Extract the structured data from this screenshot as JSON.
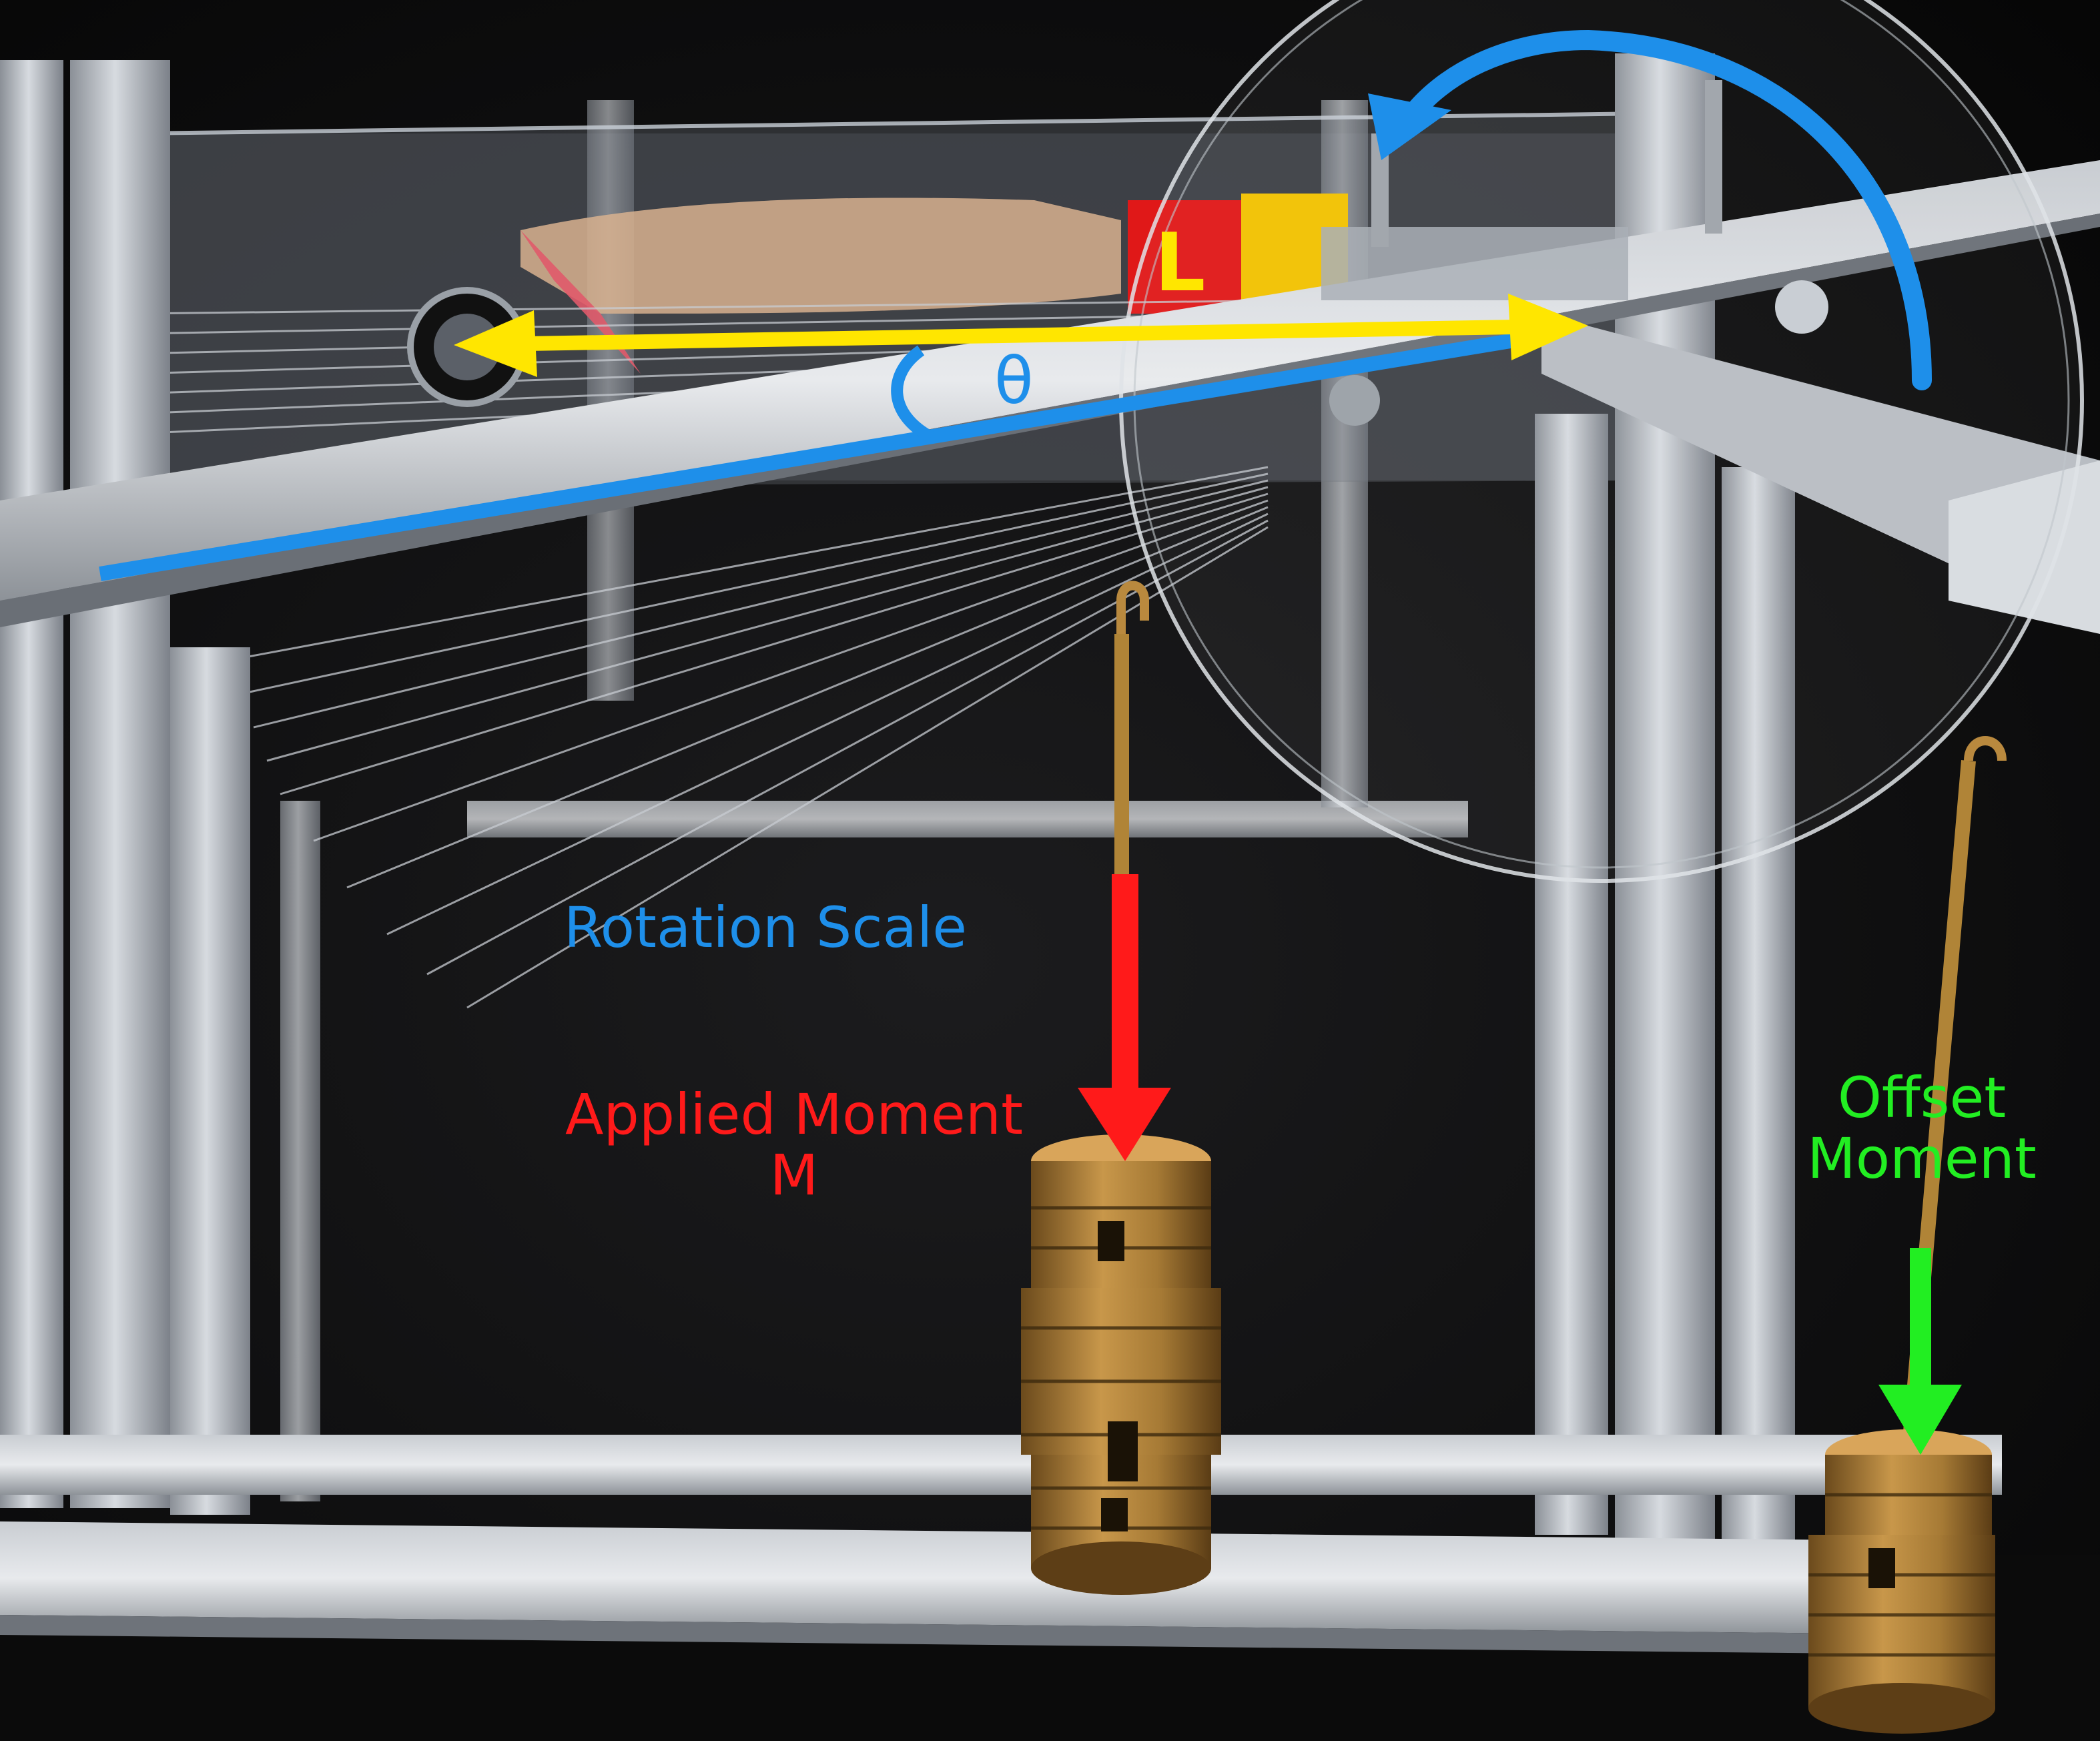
{
  "colors": {
    "length": "#ffe600",
    "rotation": "#1e8fea",
    "applied": "#ff1a1a",
    "offset": "#22ee22"
  },
  "labels": {
    "length": "L",
    "angle": "θ",
    "rotation_scale": "Rotation Scale",
    "applied_moment": [
      "Applied Moment",
      "M"
    ],
    "offset_moment": [
      "Offset",
      "Moment"
    ]
  }
}
